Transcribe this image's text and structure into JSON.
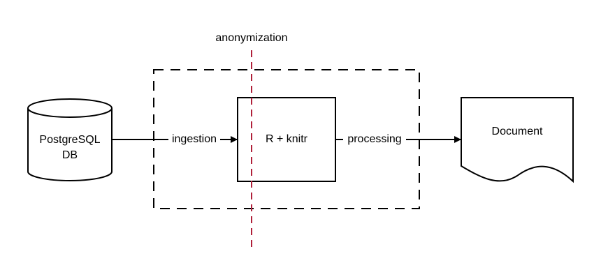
{
  "nodes": {
    "database": {
      "line1": "PostgreSQL",
      "line2": "DB"
    },
    "process": {
      "label": "R + knitr"
    },
    "document": {
      "label": "Document"
    }
  },
  "edges": {
    "ingestion": {
      "label": "ingestion"
    },
    "processing": {
      "label": "processing"
    }
  },
  "boundary": {
    "anonymization": {
      "label": "anonymization",
      "color": "#b0203a"
    }
  },
  "colors": {
    "stroke": "#000000",
    "background": "#ffffff"
  }
}
